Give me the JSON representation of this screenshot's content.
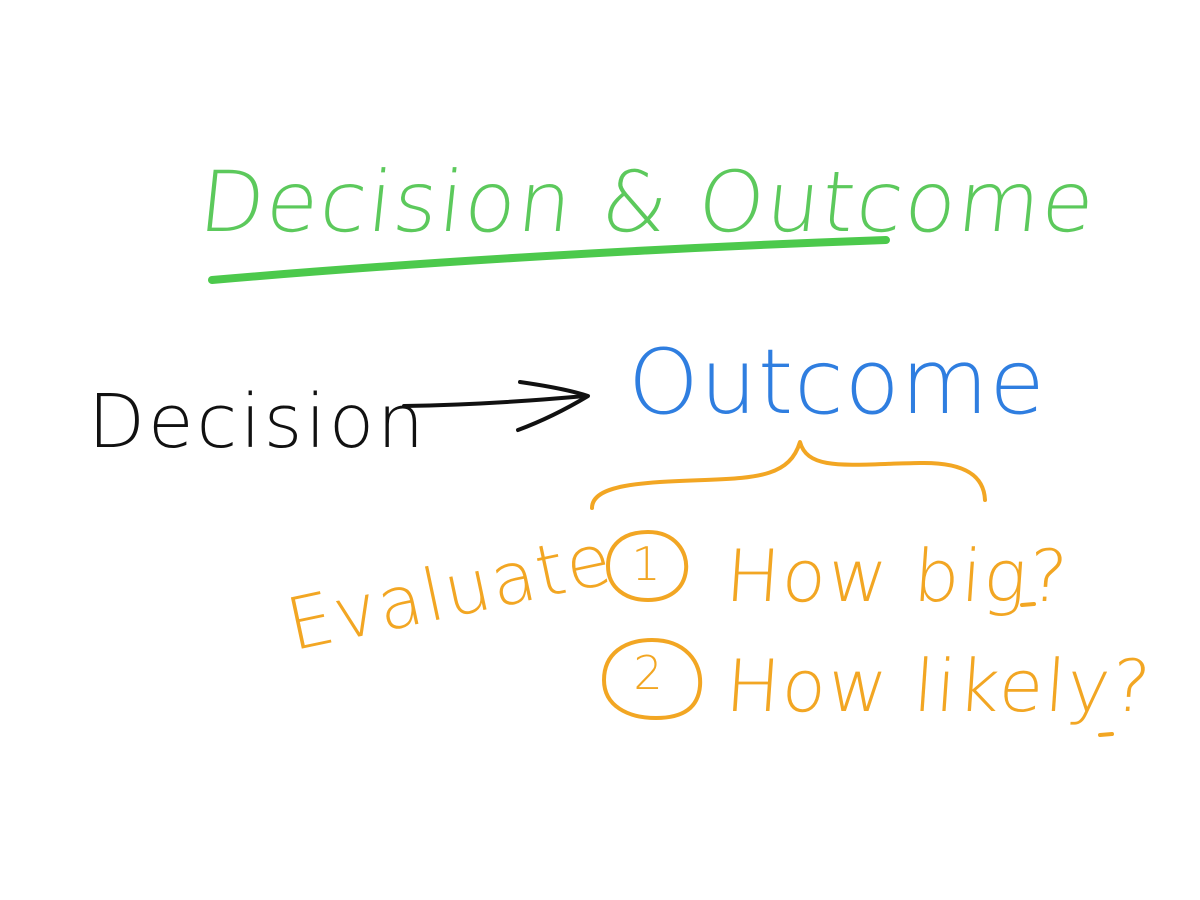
{
  "title": "Decision & Outcome",
  "nodes": {
    "decision": "Decision",
    "outcome": "Outcome"
  },
  "evaluate": {
    "label": "Evaluate",
    "items": [
      {
        "number": "1",
        "question": "How big?"
      },
      {
        "number": "2",
        "question": "How likely?"
      }
    ]
  },
  "colors": {
    "title": "#5cc95c",
    "underline": "#4cc94c",
    "decision": "#111111",
    "arrow": "#111111",
    "outcome": "#2f7ee0",
    "evaluate": "#f2a623"
  }
}
